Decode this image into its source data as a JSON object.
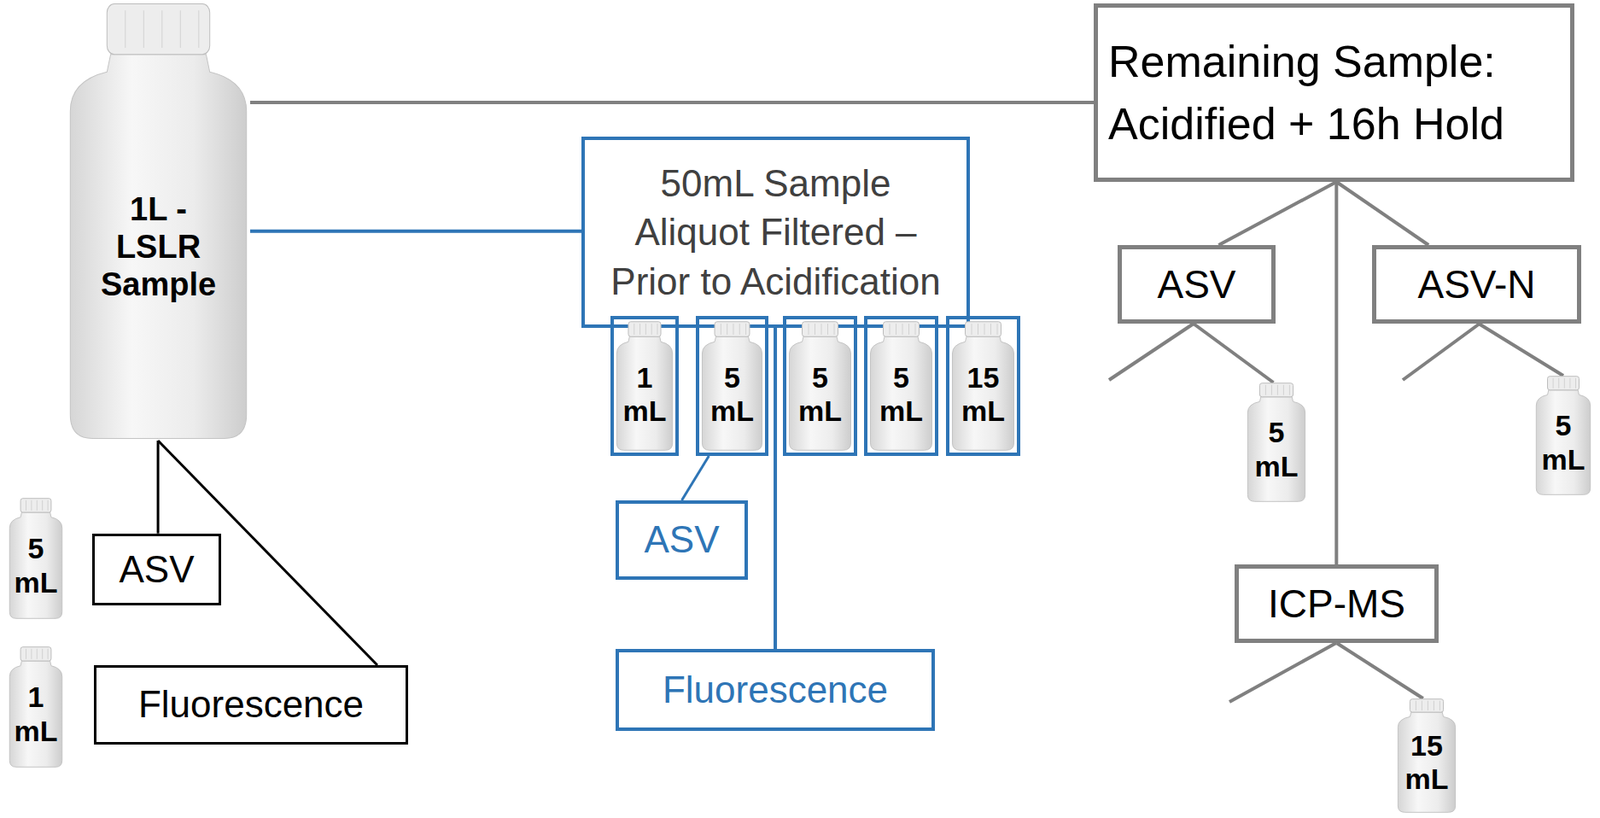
{
  "diagram": {
    "nodes": [
      {
        "text": [
          "1L - LSLR Sample"
        ]
      },
      {
        "text": [
          "Remaining Sample: Acidified + 16h Hold"
        ]
      },
      {
        "text": [
          "50mL Sample Aliquot Filtered – Prior to Acidification"
        ]
      },
      {
        "text": [
          "1 mL"
        ]
      },
      {
        "text": [
          "5 mL"
        ]
      },
      {
        "text": [
          "5 mL"
        ]
      },
      {
        "text": [
          "5 mL"
        ]
      },
      {
        "text": [
          "15 mL"
        ]
      },
      {
        "text": [
          "ASV"
        ]
      },
      {
        "text": [
          "ASV-N"
        ]
      },
      {
        "text": [
          "5 mL"
        ]
      },
      {
        "text": [
          "5 mL"
        ]
      },
      {
        "text": [
          "ASV"
        ]
      },
      {
        "text": [
          "ICP-MS"
        ]
      },
      {
        "text": [
          "5 mL"
        ]
      },
      {
        "text": [
          "ASV"
        ]
      },
      {
        "text": [
          "Fluorescence"
        ]
      },
      {
        "text": [
          "1 mL"
        ]
      },
      {
        "text": [
          "Fluorescence"
        ]
      },
      {
        "text": [
          "15 mL"
        ]
      }
    ],
    "edges": [
      {
        "from": 0,
        "to": 1,
        "arrow": "none"
      },
      {
        "from": 0,
        "to": 2,
        "arrow": "none"
      },
      {
        "from": 0,
        "to": 15,
        "arrow": "none"
      },
      {
        "from": 0,
        "to": 18,
        "arrow": "none"
      },
      {
        "from": 2,
        "to": 16,
        "arrow": "none"
      },
      {
        "from": 4,
        "to": 12,
        "arrow": "none"
      },
      {
        "from": 1,
        "to": 8,
        "arrow": "none"
      },
      {
        "from": 1,
        "to": 9,
        "arrow": "none"
      },
      {
        "from": 1,
        "to": 13,
        "arrow": "none"
      },
      {
        "from": 8,
        "to": 10,
        "arrow": "none"
      },
      {
        "from": 9,
        "to": 11,
        "arrow": "none"
      },
      {
        "from": 13,
        "to": 19,
        "arrow": "none"
      }
    ]
  }
}
